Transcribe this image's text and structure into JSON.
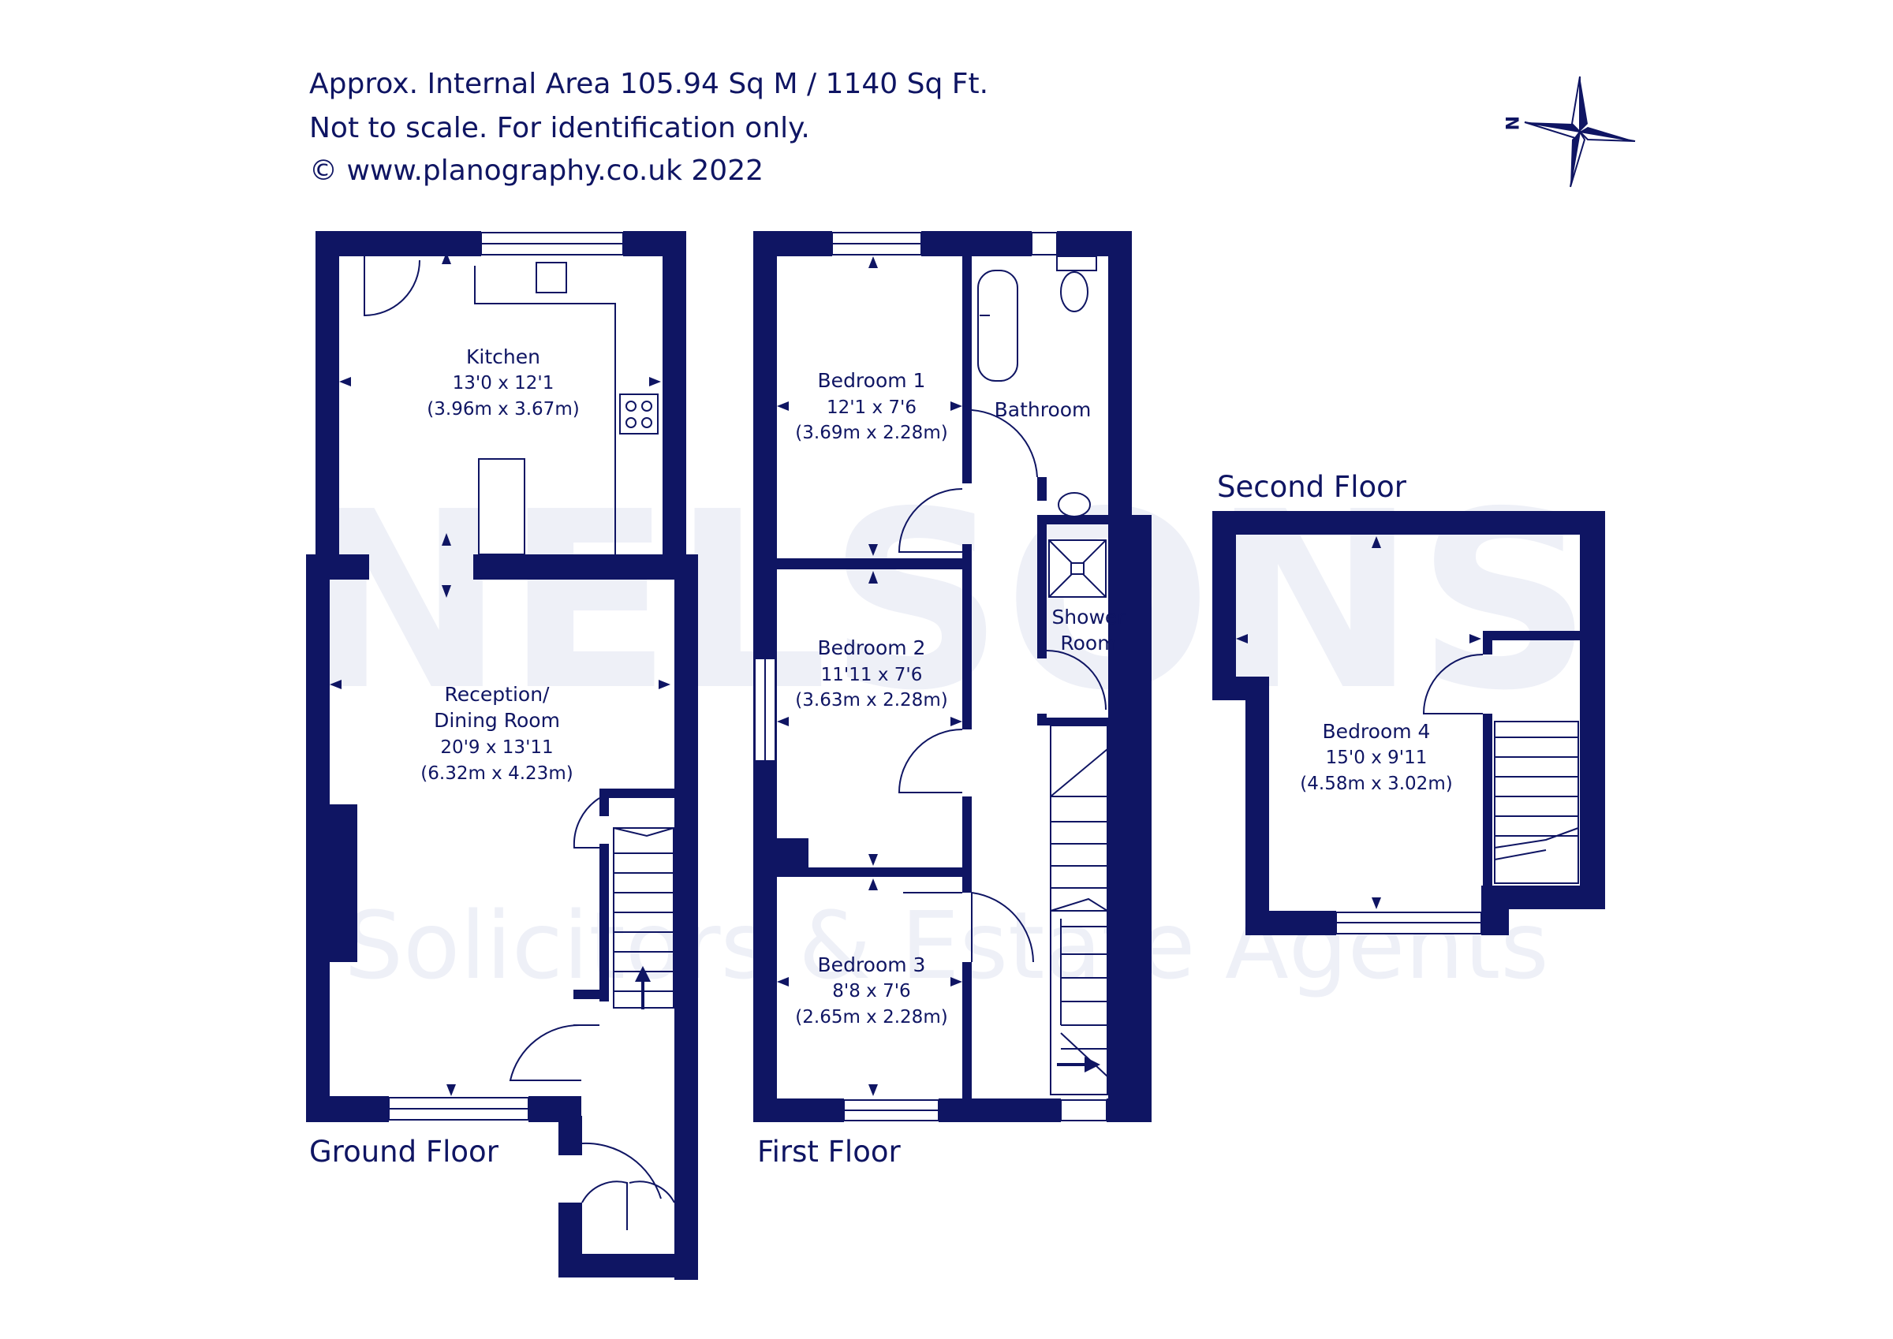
{
  "header": {
    "area": "Approx. Internal Area 105.94 Sq M / 1140 Sq Ft.",
    "scale_note": "Not to scale. For identification only.",
    "copyright": "© www.planography.co.uk 2022"
  },
  "compass": {
    "label": "N"
  },
  "watermark": {
    "brand": "NELSONS",
    "tagline": "Solicitors & Estate Agents"
  },
  "floors": {
    "ground": "Ground Floor",
    "first": "First Floor",
    "second": "Second Floor"
  },
  "rooms": {
    "kitchen": {
      "name": "Kitchen",
      "imperial": "13'0 x 12'1",
      "metric": "(3.96m x 3.67m)"
    },
    "reception": {
      "name_line1": "Reception/",
      "name_line2": "Dining Room",
      "imperial": "20'9 x 13'11",
      "metric": "(6.32m x 4.23m)"
    },
    "bedroom1": {
      "name": "Bedroom 1",
      "imperial": "12'1 x 7'6",
      "metric": "(3.69m x 2.28m)"
    },
    "bathroom": {
      "name": "Bathroom"
    },
    "shower": {
      "name_line1": "Shower",
      "name_line2": "Room"
    },
    "bedroom2": {
      "name": "Bedroom 2",
      "imperial": "11'11 x 7'6",
      "metric": "(3.63m x 2.28m)"
    },
    "bedroom3": {
      "name": "Bedroom 3",
      "imperial": "8'8 x 7'6",
      "metric": "(2.65m x 2.28m)"
    },
    "bedroom4": {
      "name": "Bedroom 4",
      "imperial": "15'0 x 9'11",
      "metric": "(4.58m x 3.02m)"
    }
  },
  "colors": {
    "wall": "#0f1563",
    "background": "#ffffff",
    "watermark": "#eef0f7"
  }
}
